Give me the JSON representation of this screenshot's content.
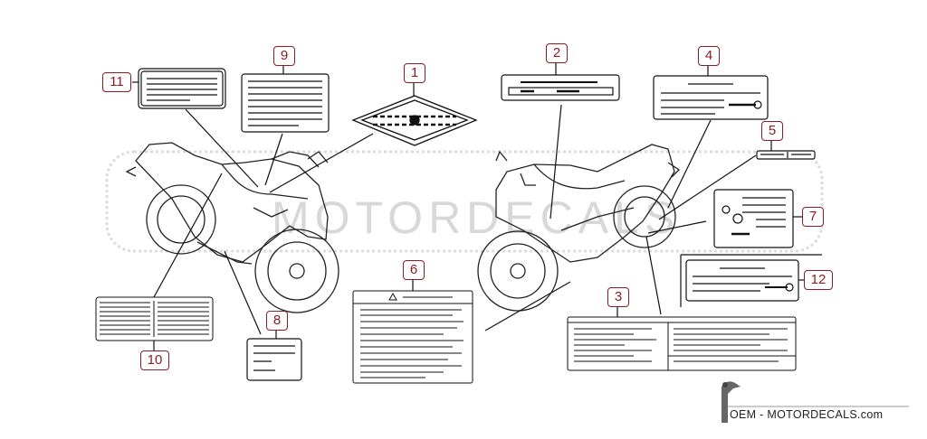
{
  "callouts": {
    "c1": "1",
    "c2": "2",
    "c3": "3",
    "c4": "4",
    "c5": "5",
    "c6": "6",
    "c7": "7",
    "c8": "8",
    "c9": "9",
    "c10": "10",
    "c11": "11",
    "c12": "12"
  },
  "watermark": {
    "text": "MOTORDECALS"
  },
  "brand": {
    "text": "OEM - MOTORDECALS.com"
  },
  "colors": {
    "accent": "#8c1c24",
    "line": "#111111",
    "watermark": "#d4d4d4"
  }
}
